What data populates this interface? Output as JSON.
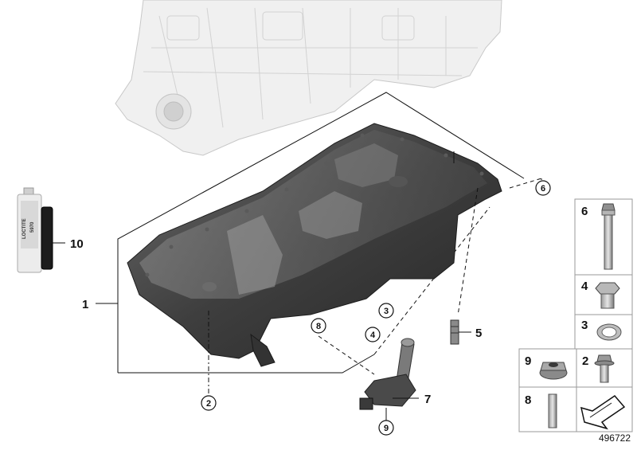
{
  "diagram": {
    "id_label": "496722",
    "callouts": {
      "c1": "1",
      "c2": "2",
      "c3": "3",
      "c4": "4",
      "c5": "5",
      "c6": "6",
      "c7": "7",
      "c8": "8",
      "c9": "9",
      "c10": "10"
    },
    "sealant_label": {
      "brand": "LOCTITE",
      "code": "5970"
    },
    "parts_grid": [
      {
        "number": "6",
        "part": "long-bolt"
      },
      {
        "number": "4",
        "part": "drain-plug"
      },
      {
        "number": "3",
        "part": "sealing-ring"
      },
      {
        "number": "9",
        "part": "flange-nut"
      },
      {
        "number": "2",
        "part": "flange-bolt"
      },
      {
        "number": "8",
        "part": "stud"
      },
      {
        "number": "",
        "part": "arrow-symbol"
      }
    ]
  }
}
